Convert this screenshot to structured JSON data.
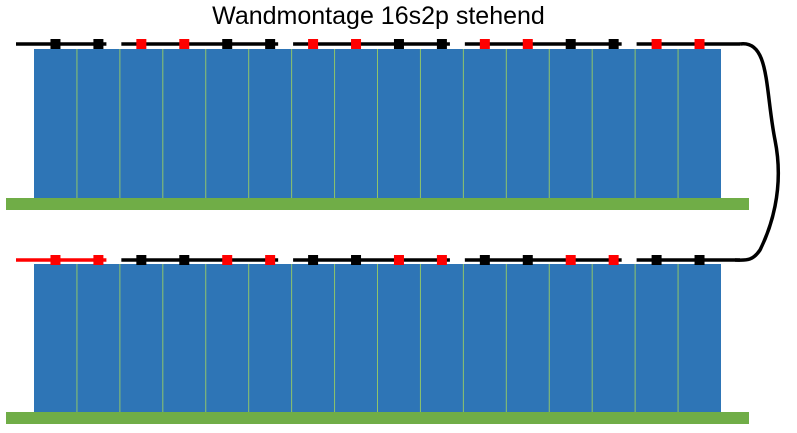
{
  "title": "Wandmontage 16s2p stehend",
  "colors": {
    "cell": "#2e75b6",
    "cell_border": "#8fc46a",
    "base": "#70ad47",
    "negative": "#000000",
    "positive": "#ff0000"
  },
  "rows": [
    {
      "name": "top",
      "cells": 16,
      "terminals": [
        "neg",
        "neg",
        "pos",
        "pos",
        "neg",
        "neg",
        "pos",
        "pos",
        "neg",
        "neg",
        "pos",
        "pos",
        "neg",
        "neg",
        "pos",
        "pos"
      ]
    },
    {
      "name": "bottom",
      "cells": 16,
      "terminals": [
        "pos",
        "pos",
        "neg",
        "neg",
        "pos",
        "pos",
        "neg",
        "neg",
        "pos",
        "pos",
        "neg",
        "neg",
        "pos",
        "pos",
        "neg",
        "neg"
      ]
    }
  ]
}
